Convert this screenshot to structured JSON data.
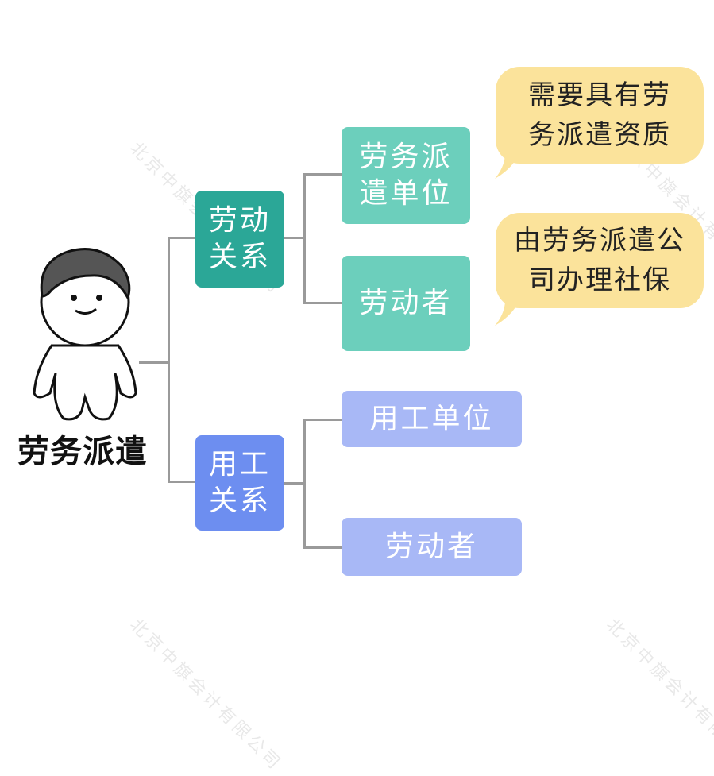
{
  "title": "劳务派遣",
  "nodes": {
    "labor_relation": "劳动\n关系",
    "employment_relation": "用工\n关系",
    "dispatch_unit": "劳务派\n遣单位",
    "worker_1": "劳动者",
    "employer_unit": "用工单位",
    "worker_2": "劳动者"
  },
  "notes": {
    "dispatch_unit_note": "需要具有劳\n务派遣资质",
    "worker_note": "由劳务派遣公\n司办理社保"
  },
  "watermark": "北京中旗会计有限公司",
  "colors": {
    "labor_relation": "#2ba797",
    "labor_children": "#6ccfbc",
    "employment_relation": "#6d8ef0",
    "employment_children": "#a8b8f6",
    "note": "#fbe39b",
    "connector": "#9a9a9a"
  }
}
